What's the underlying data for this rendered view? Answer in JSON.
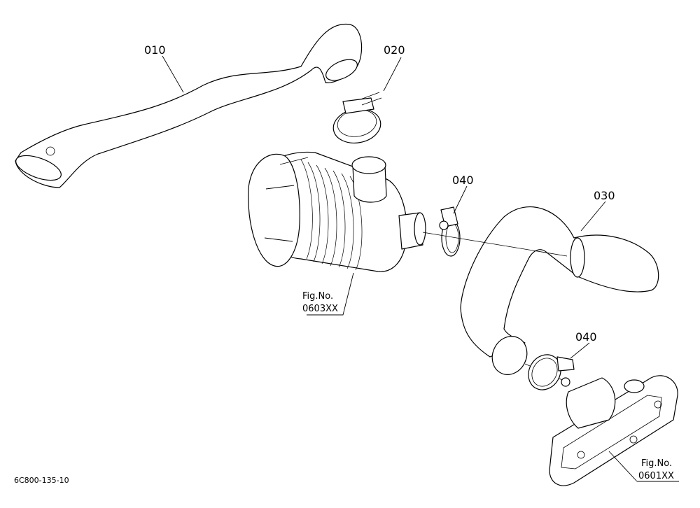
{
  "callouts": {
    "p010": "010",
    "p020": "020",
    "p030": "030",
    "p040a": "040",
    "p040b": "040"
  },
  "figrefs": {
    "air_cleaner_line1": "Fig.No.",
    "air_cleaner_line2": "0603XX",
    "manifold_line1": "Fig.No.",
    "manifold_line2": "0601XX"
  },
  "drawing_code": "6C800-135-10"
}
